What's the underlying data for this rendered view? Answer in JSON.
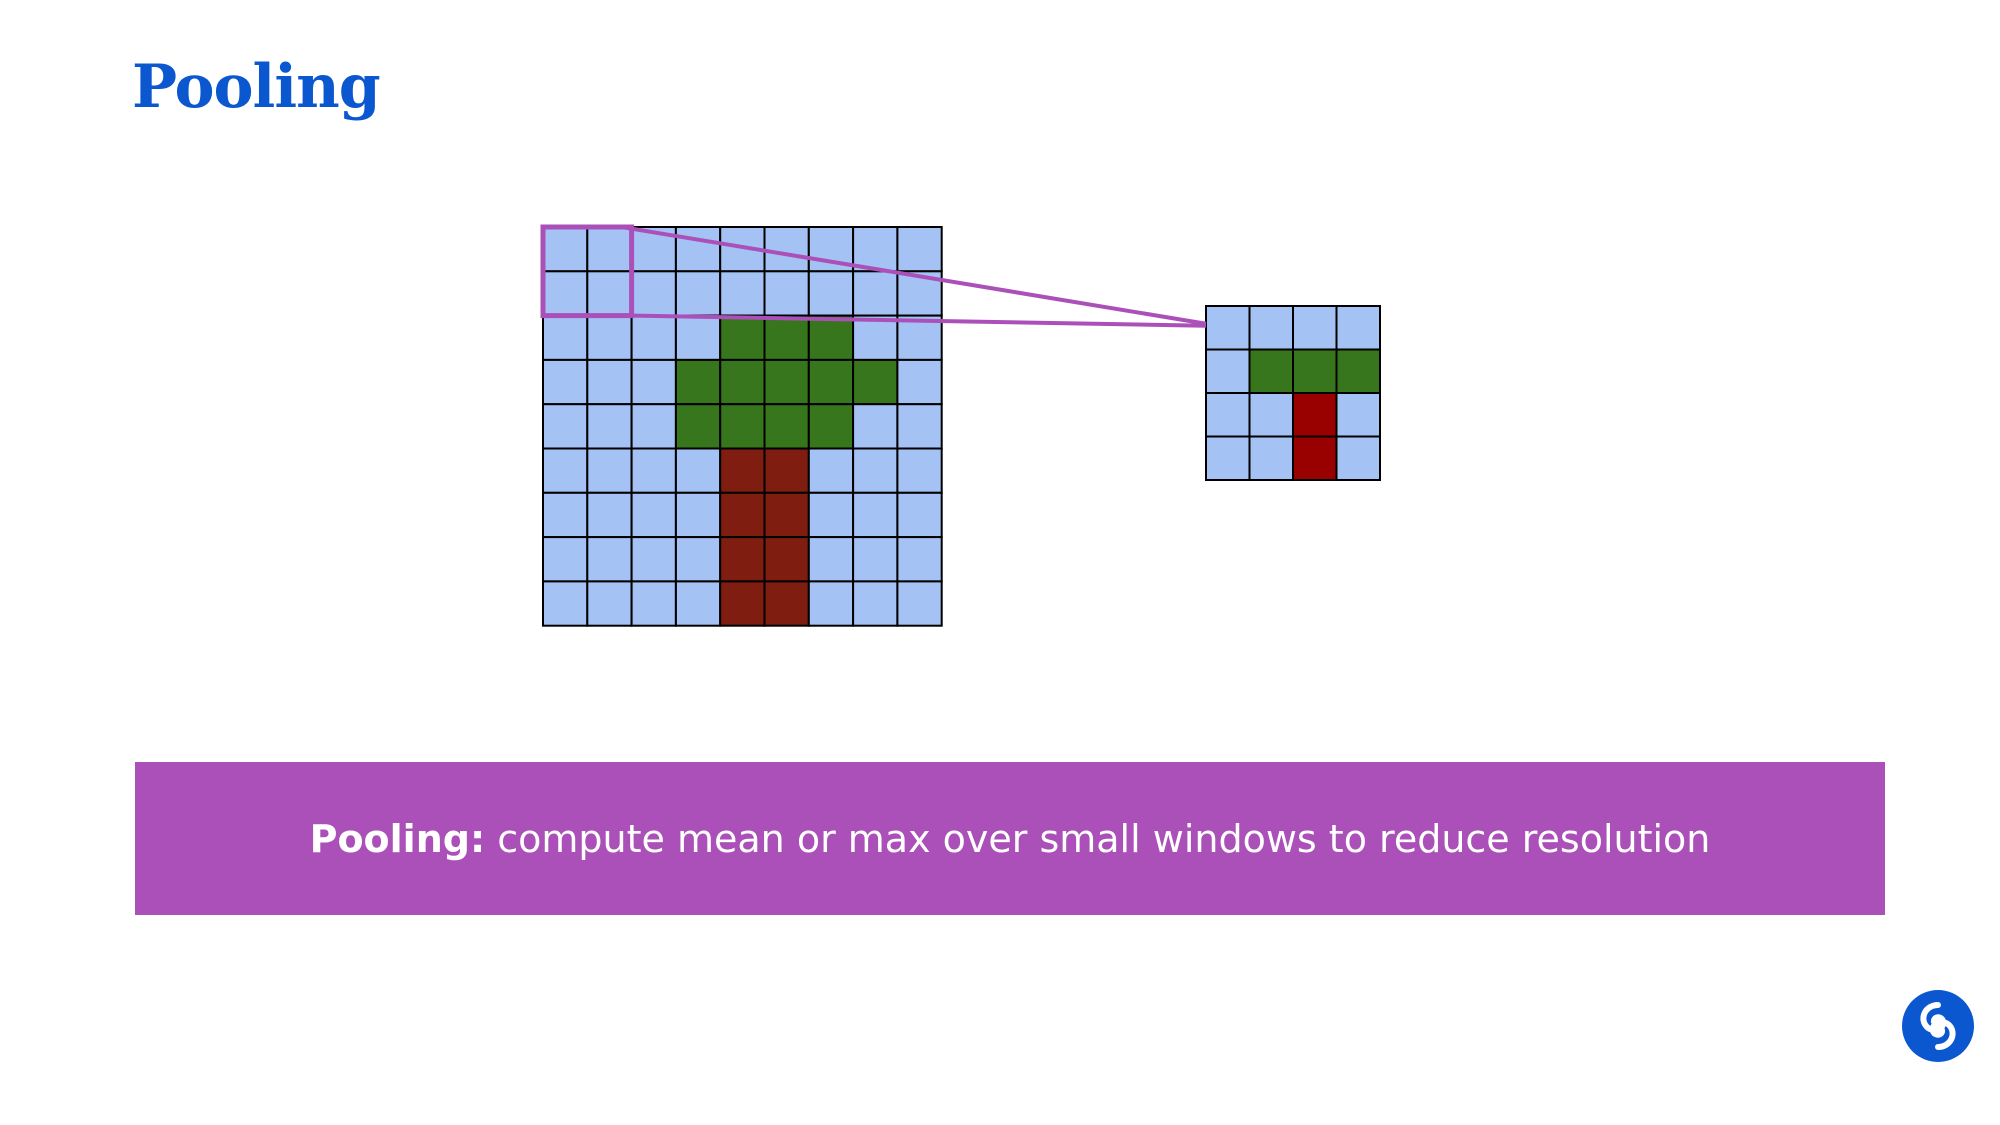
{
  "slide": {
    "title": "Pooling"
  },
  "caption": {
    "term": "Pooling:",
    "text": " compute mean or max over small windows to reduce resolution"
  },
  "colors": {
    "title": "#0b57d0",
    "sky": "#a4c2f4",
    "leaf": "#38761d",
    "trunk_input": "#7f1d10",
    "trunk_output": "#990000",
    "window": "#ab50b8",
    "caption_bg": "#ab50b8",
    "grid_line": "#000000"
  },
  "input_grid": [
    [
      "sky",
      "sky",
      "sky",
      "sky",
      "sky",
      "sky",
      "sky",
      "sky",
      "sky"
    ],
    [
      "sky",
      "sky",
      "sky",
      "sky",
      "sky",
      "sky",
      "sky",
      "sky",
      "sky"
    ],
    [
      "sky",
      "sky",
      "sky",
      "sky",
      "leaf",
      "leaf",
      "leaf",
      "sky",
      "sky"
    ],
    [
      "sky",
      "sky",
      "sky",
      "leaf",
      "leaf",
      "leaf",
      "leaf",
      "leaf",
      "sky"
    ],
    [
      "sky",
      "sky",
      "sky",
      "leaf",
      "leaf",
      "leaf",
      "leaf",
      "sky",
      "sky"
    ],
    [
      "sky",
      "sky",
      "sky",
      "sky",
      "trunk",
      "trunk",
      "sky",
      "sky",
      "sky"
    ],
    [
      "sky",
      "sky",
      "sky",
      "sky",
      "trunk",
      "trunk",
      "sky",
      "sky",
      "sky"
    ],
    [
      "sky",
      "sky",
      "sky",
      "sky",
      "trunk",
      "trunk",
      "sky",
      "sky",
      "sky"
    ],
    [
      "sky",
      "sky",
      "sky",
      "sky",
      "trunk",
      "trunk",
      "sky",
      "sky",
      "sky"
    ]
  ],
  "output_grid": [
    [
      "sky",
      "sky",
      "sky",
      "sky"
    ],
    [
      "sky",
      "leaf",
      "leaf",
      "leaf"
    ],
    [
      "sky",
      "sky",
      "trunk",
      "sky"
    ],
    [
      "sky",
      "sky",
      "trunk",
      "sky"
    ]
  ],
  "pooling_window": {
    "rows": 2,
    "cols": 2
  },
  "logo": {
    "icon": "deepmind-logo-icon"
  }
}
